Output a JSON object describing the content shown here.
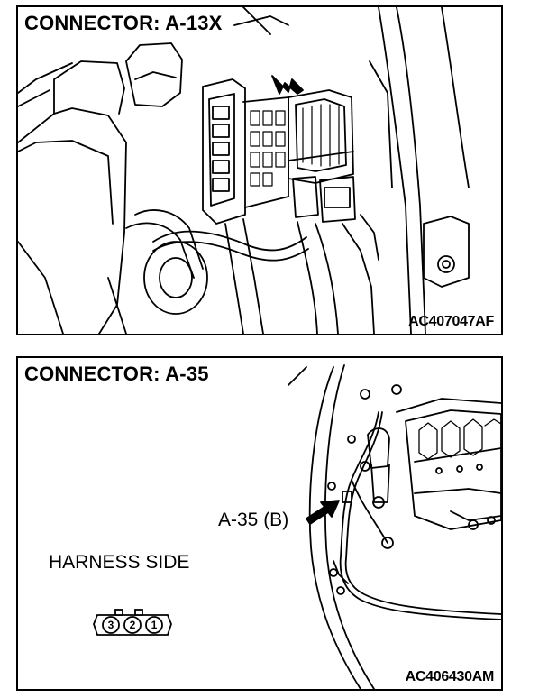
{
  "panel_top": {
    "title": "CONNECTOR: A-13X",
    "figure_code": "AC407047AF"
  },
  "panel_bottom": {
    "title": "CONNECTOR: A-35",
    "callout_label": "A-35 (B)",
    "harness_label": "HARNESS SIDE",
    "connector_pins": [
      "3",
      "2",
      "1"
    ],
    "figure_code": "AC406430AM"
  }
}
